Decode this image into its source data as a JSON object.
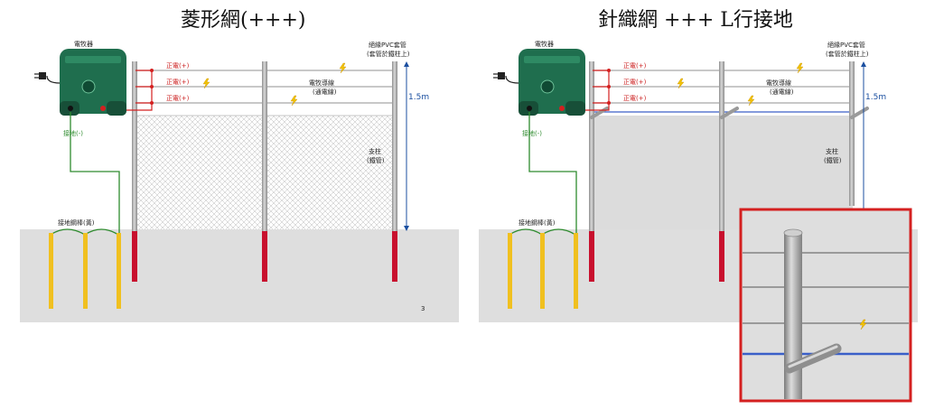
{
  "titles": {
    "left": "菱形網(+++)",
    "right": "針織網 +++ L行接地"
  },
  "labels": {
    "energizer": "電牧器",
    "live": "正電(+)",
    "insulator_line1": "絕緣PVC套管",
    "insulator_line2": "(套管於鐵柱上)",
    "wire_line1": "電牧導線",
    "wire_line2": "(通電線)",
    "post_line1": "支柱",
    "post_line2": "(鐵管)",
    "ground_vertical": "接地(-)",
    "ground_rods": "接地鋼棒(黃)",
    "height": "1.5m",
    "page_number": "3"
  },
  "colors": {
    "live_wire": "#d42020",
    "ground_wire": "#2e8b2e",
    "blue_wire": "#3a5fc8",
    "post": "#a8a8a8",
    "post_base": "#c8102e",
    "ground_rod": "#f0c020",
    "energizer": "#1f6e4e",
    "ground_area": "#dedede",
    "zoom_border": "#d42020"
  },
  "icons": [
    "lightning-icon",
    "plug-icon"
  ]
}
